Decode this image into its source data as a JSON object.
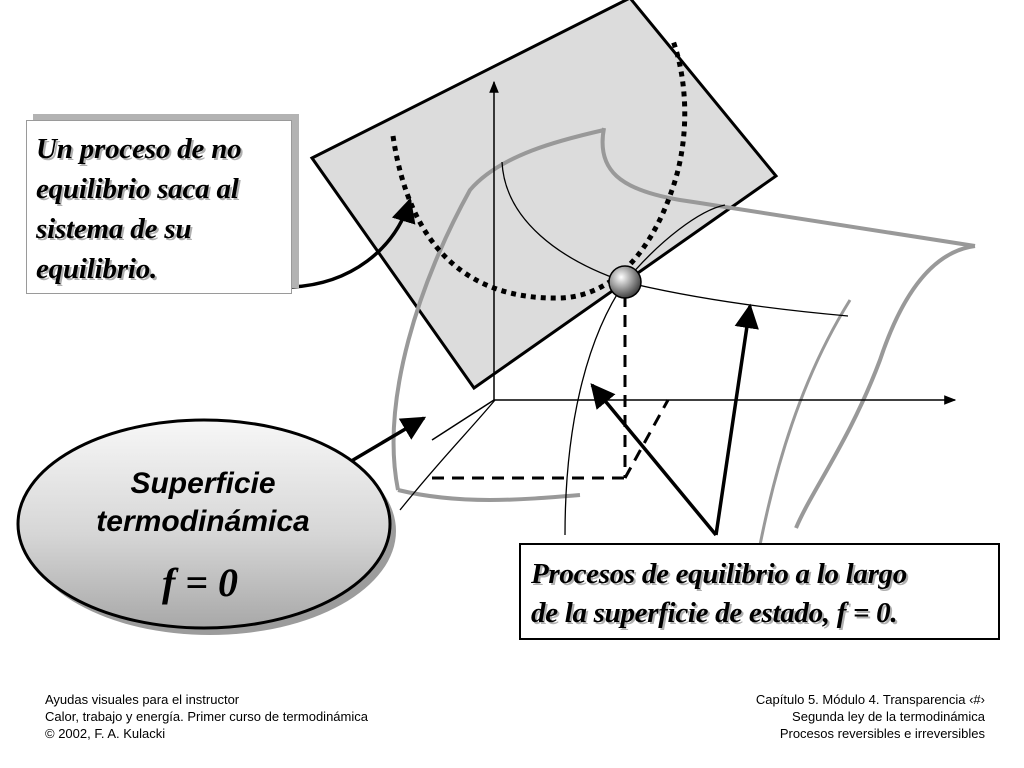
{
  "callouts": {
    "non_equilibrium": [
      "Un proceso de no",
      "equilibrio saca al",
      "sistema de su",
      "equilibrio."
    ],
    "equilibrium": [
      "Procesos de equilibrio a lo largo",
      "de la superficie de estado, f = 0."
    ]
  },
  "surface_label": {
    "line1": "Superficie",
    "line2": "termodinámica",
    "equation": "f = 0"
  },
  "footer": {
    "left": [
      "Ayudas visuales para el instructor",
      "Calor, trabajo y energía. Primer curso de termodinámica",
      "© 2002, F. A. Kulacki"
    ],
    "right": [
      "Capítulo 5. Módulo 4.  Transparencia ‹#›",
      "Segunda ley de la termodinámica",
      "Procesos reversibles e irreversibles"
    ]
  },
  "colors": {
    "surface_outline": "#999999",
    "plane_fill": "#dcdcdc",
    "line": "#000000"
  }
}
